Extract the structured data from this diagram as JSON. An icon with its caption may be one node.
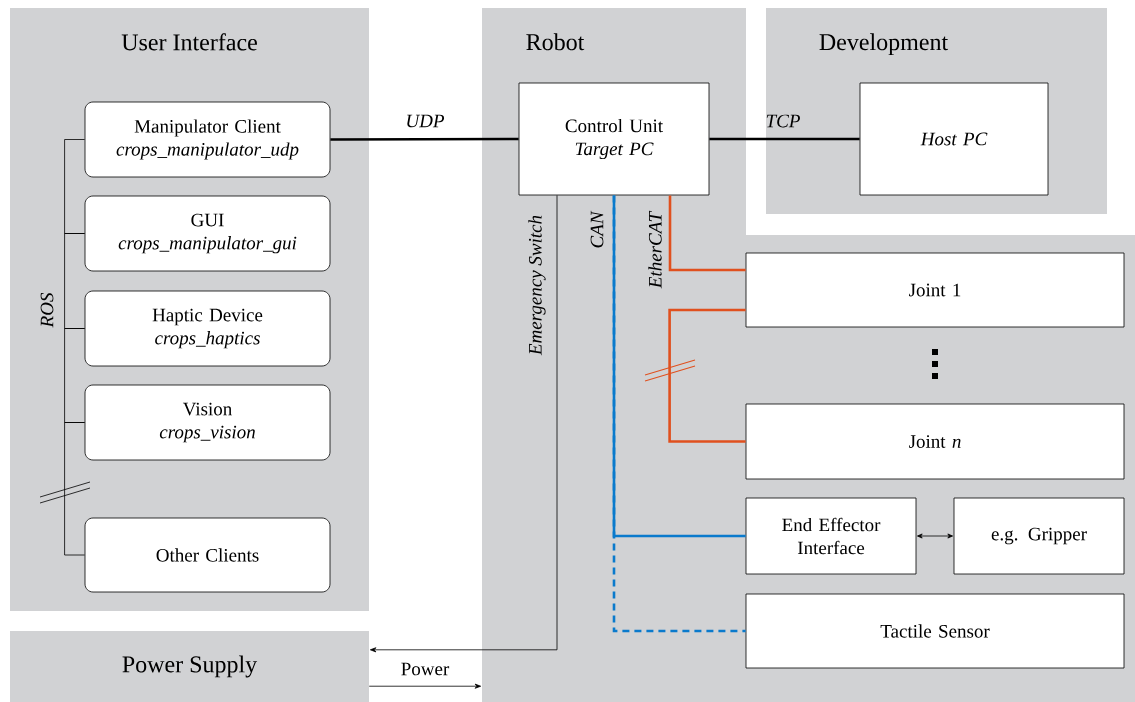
{
  "diagram": {
    "nodes": [
      {
        "text": [
          "User Interface"
        ]
      },
      {
        "text": [
          "Manipulator Client",
          "crops_manipulator_udp"
        ],
        "in": 0
      },
      {
        "text": [
          "GUI",
          "crops_manipulator_gui"
        ],
        "in": 0
      },
      {
        "text": [
          "Haptic Device",
          "crops_haptics"
        ],
        "in": 0
      },
      {
        "text": [
          "Vision",
          "crops_vision"
        ],
        "in": 0
      },
      {
        "text": [
          "Other Clients"
        ],
        "in": 0
      },
      {
        "text": [
          "Robot"
        ]
      },
      {
        "text": [
          "Control Unit",
          "Target PC"
        ],
        "in": 6
      },
      {
        "text": [
          "Development"
        ]
      },
      {
        "text": [
          "Host PC"
        ],
        "in": 8
      },
      {
        "text": [
          "Joint 1"
        ],
        "in": 6
      },
      {
        "text": [
          "Joint *n*"
        ],
        "in": 6
      },
      {
        "text": [
          "End Effector Interface"
        ],
        "in": 6
      },
      {
        "text": [
          "e.g. Gripper"
        ],
        "in": 6
      },
      {
        "text": [
          "Tactile Sensor"
        ],
        "in": 6
      },
      {
        "text": [
          "Power Supply"
        ]
      }
    ],
    "edges": [
      {
        "from": 1,
        "to": 7,
        "arrow": "none",
        "label": "UDP",
        "style": "thick"
      },
      {
        "from": 7,
        "to": 9,
        "arrow": "none",
        "label": "TCP",
        "style": "thick"
      },
      {
        "from": 7,
        "to": 10,
        "arrow": "none",
        "label": "EtherCAT",
        "style": "thick",
        "color": "#e0501e"
      },
      {
        "from": 10,
        "to": 11,
        "arrow": "none",
        "style": "thick",
        "color": "#e0501e"
      },
      {
        "from": 7,
        "to": 12,
        "arrow": "none",
        "label": "CAN",
        "style": "thick",
        "color": "#0a7acc"
      },
      {
        "from": 7,
        "to": 14,
        "arrow": "none",
        "style": "dashed",
        "color": "#0a7acc"
      },
      {
        "from": 12,
        "to": 13,
        "arrow": "both"
      },
      {
        "from": 7,
        "to": 15,
        "arrow": "to",
        "label": "Emergency Switch"
      },
      {
        "from": 15,
        "to": 6,
        "arrow": "to",
        "label": "Power"
      },
      {
        "from": 1,
        "to": 2,
        "arrow": "none"
      },
      {
        "from": 2,
        "to": 3,
        "arrow": "none",
        "label": "ROS"
      },
      {
        "from": 3,
        "to": 4,
        "arrow": "none"
      },
      {
        "from": 4,
        "to": 5,
        "arrow": "none"
      }
    ]
  }
}
